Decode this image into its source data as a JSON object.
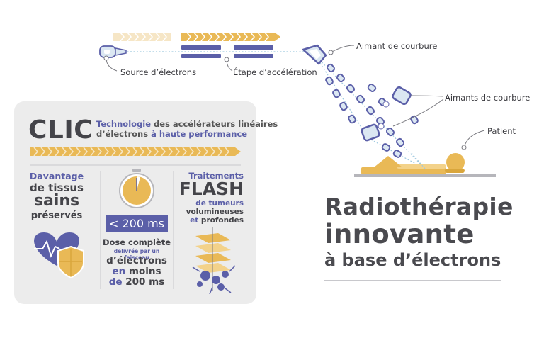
{
  "labels": {
    "source": "Source d’électrons",
    "acceleration": "Étape d’accélération",
    "bending_magnet": "Aimant de courbure",
    "bending_magnets": "Aimants de courbure",
    "patient": "Patient"
  },
  "card": {
    "clic": "CLIC",
    "sub_line1_a": "Technologie",
    "sub_line1_b": " des accélérateurs linéaires",
    "sub_line2_a": "d’électrons ",
    "sub_line2_b": "à haute performance",
    "left": {
      "l1": "Davantage",
      "l2": "de tissus",
      "l3": "sains",
      "l4": "préservés"
    },
    "middle": {
      "badge": "< 200 ms",
      "d1": "Dose complète",
      "d2": "délivrée par un faisceau",
      "d3": "d’électrons",
      "d4": "en moins",
      "d5": "de 200 ms"
    },
    "right": {
      "r1": "Traitements",
      "r2": "FLASH",
      "r3": "de tumeurs",
      "r4": "volumineuses",
      "r5": "et profondes"
    }
  },
  "title": {
    "line1": "Radiothérapie",
    "line2": "innovante",
    "line3": "à base d’électrons"
  },
  "colors": {
    "gold": "#d9a63c",
    "blue": "#5b5fa8",
    "gray": "#4a4a4f",
    "card": "#ececec"
  }
}
